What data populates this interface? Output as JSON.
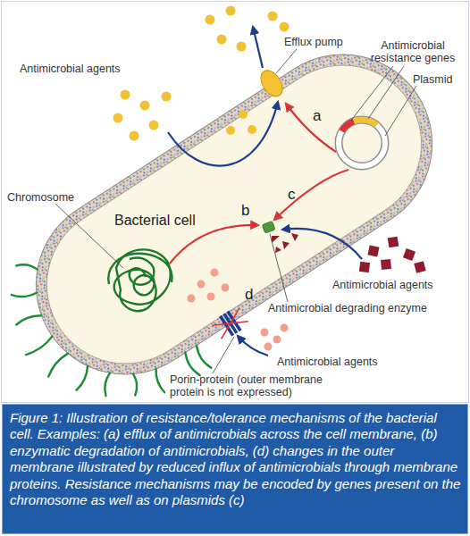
{
  "diagram": {
    "caption": "Figure 1: Illustration of resistance/tolerance mechanisms of the bacterial cell. Examples: (a) efflux of antimicrobials across the cell membrane, (b) enzymatic degradation of antimicrobials, (d) changes in the outer membrane illustrated by reduced influx of antimicrobials through membrane proteins. Resistance mechanisms may be encoded by genes present on the chromosome as well as on plasmids (c)",
    "nodes": [
      {
        "text": [
          "Bacterial cell"
        ]
      }
    ],
    "labels": [
      "Efflux pump",
      "Antimicrobial resistance genes",
      "Antimicrobial agents",
      "Plasmid",
      "a",
      "b",
      "c",
      "Chromosome",
      "Antimicrobial agents",
      "Antimicrobial degrading enzyme",
      "d",
      "Antimicrobial agents",
      "Porin-protein (outer membrane protein is not expressed)"
    ]
  }
}
